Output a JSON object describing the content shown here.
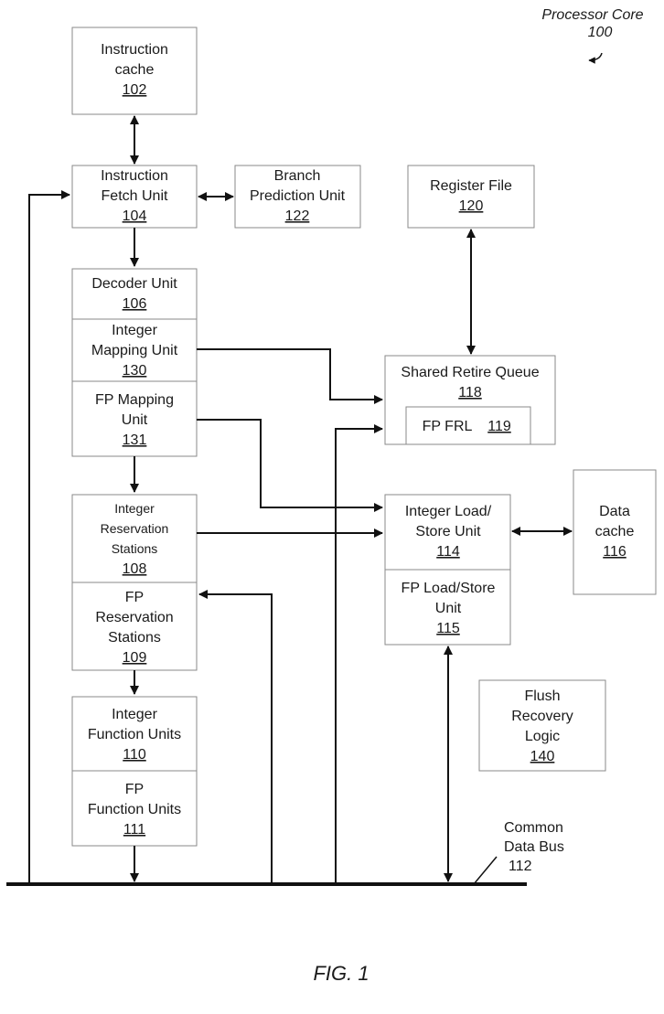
{
  "title": {
    "line1": "Processor Core",
    "line2": "100"
  },
  "figure_label": "FIG. 1",
  "blocks": {
    "instruction_cache": {
      "line1": "Instruction",
      "line2": "cache",
      "ref": "102"
    },
    "fetch_unit": {
      "line1": "Instruction",
      "line2": "Fetch Unit",
      "ref": "104"
    },
    "branch_prediction": {
      "line1": "Branch",
      "line2": "Prediction Unit",
      "ref": "122"
    },
    "register_file": {
      "line1": "Register File",
      "ref": "120"
    },
    "decoder": {
      "line1": "Decoder Unit",
      "ref": "106"
    },
    "int_mapping": {
      "line1": "Integer",
      "line2": "Mapping Unit",
      "ref": "130"
    },
    "fp_mapping": {
      "line1": "FP Mapping",
      "line2": "Unit",
      "ref": "131"
    },
    "shared_retire": {
      "line1": "Shared Retire Queue",
      "ref": "118"
    },
    "fp_frl": {
      "line1": "FP FRL",
      "ref": "119"
    },
    "int_reservation": {
      "line1": "Integer",
      "line2": "Reservation",
      "line3": "Stations",
      "ref": "108"
    },
    "fp_reservation": {
      "line1": "FP",
      "line2": "Reservation",
      "line3": "Stations",
      "ref": "109"
    },
    "int_load_store": {
      "line1": "Integer Load/",
      "line2": "Store Unit",
      "ref": "114"
    },
    "fp_load_store": {
      "line1": "FP Load/Store",
      "line2": "Unit",
      "ref": "115"
    },
    "data_cache": {
      "line1": "Data",
      "line2": "cache",
      "ref": "116"
    },
    "flush_recovery": {
      "line1": "Flush",
      "line2": "Recovery",
      "line3": "Logic",
      "ref": "140"
    },
    "int_function": {
      "line1": "Integer",
      "line2": "Function Units",
      "ref": "110"
    },
    "fp_function": {
      "line1": "FP",
      "line2": "Function Units",
      "ref": "111"
    }
  },
  "bus": {
    "line1": "Common",
    "line2": "Data Bus",
    "ref": "112"
  }
}
